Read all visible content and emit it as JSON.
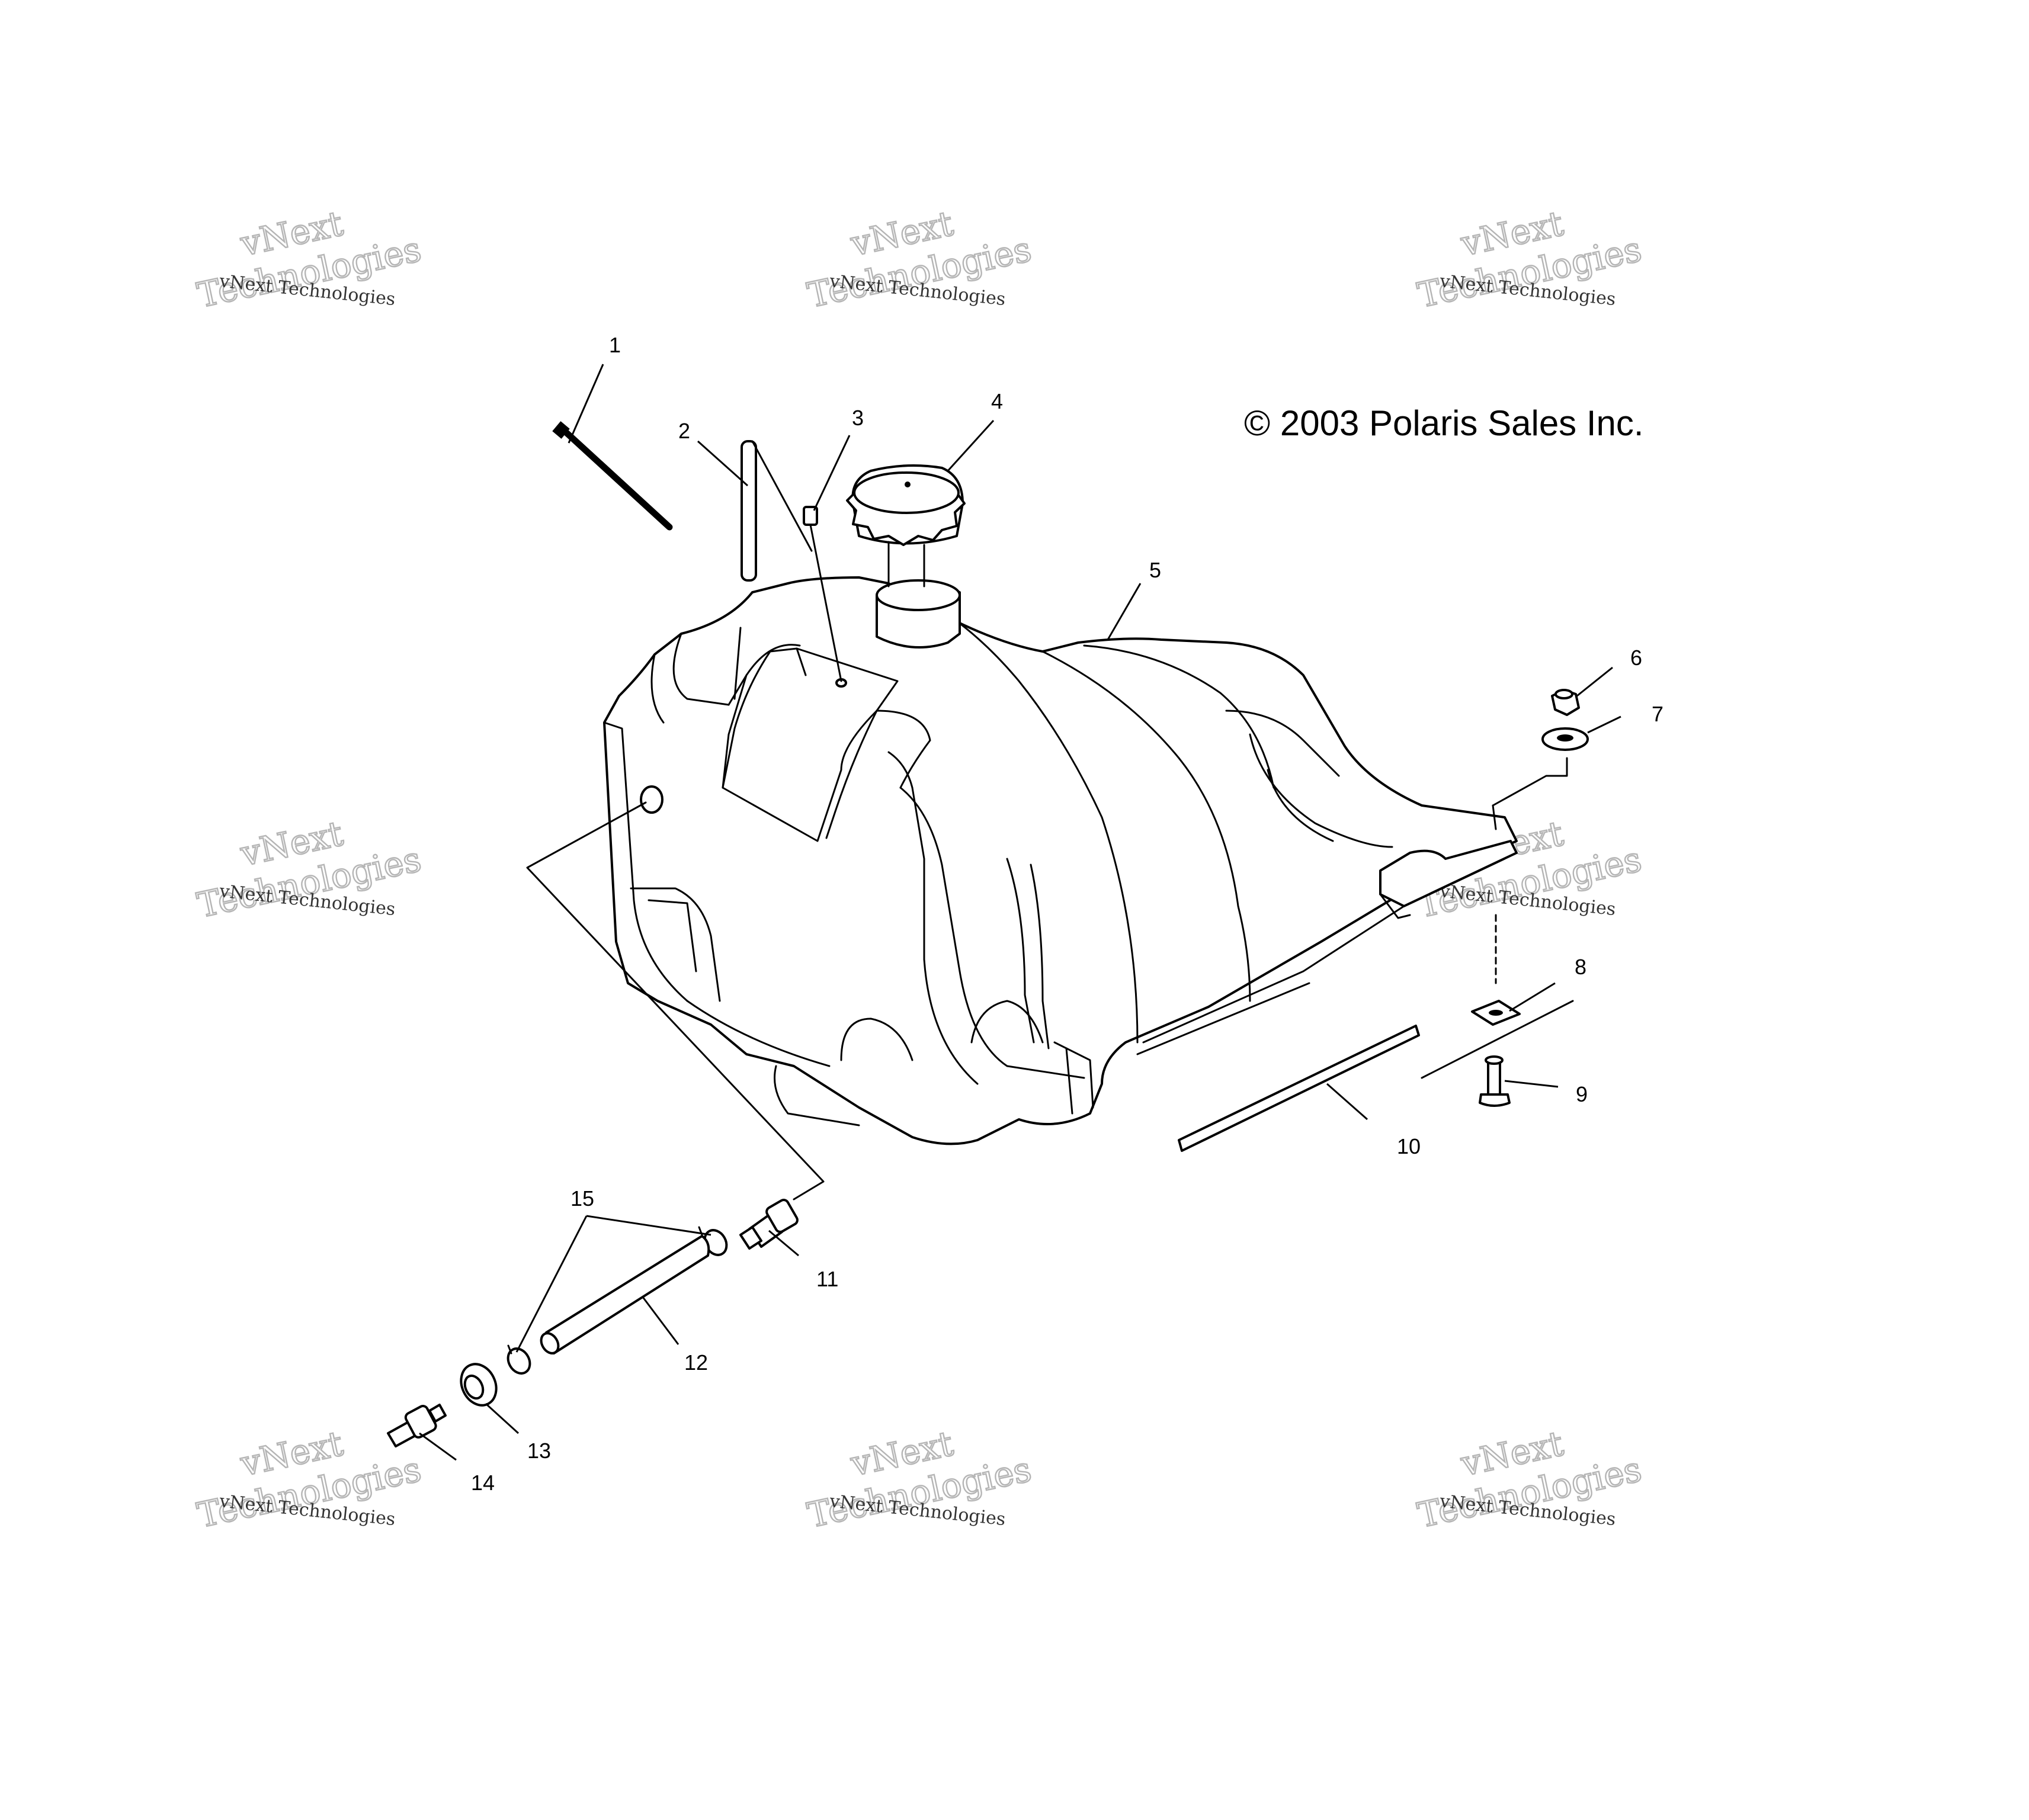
{
  "copyright": "© 2003 Polaris Sales Inc.",
  "watermark": {
    "line1": "vNext",
    "line2": "Technologies",
    "small": "vNext Technologies"
  },
  "callouts": [
    "1",
    "2",
    "3",
    "4",
    "5",
    "6",
    "7",
    "8",
    "9",
    "10",
    "11",
    "12",
    "13",
    "14",
    "15"
  ]
}
